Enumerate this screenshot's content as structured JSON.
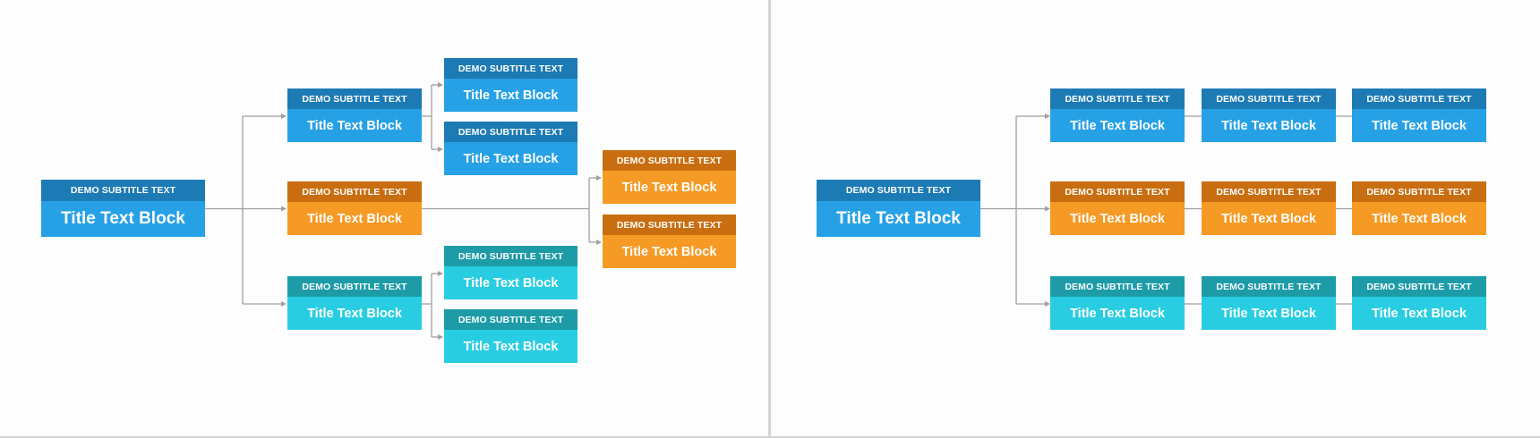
{
  "colors": {
    "blue_header": "#1c7ab5",
    "blue_body": "#27a1e5",
    "orange_header": "#c96e10",
    "orange_body": "#f59a24",
    "teal_header": "#1d9ca8",
    "teal_body": "#29cde2",
    "connector": "#a0a0a0"
  },
  "left_diagram": {
    "root": {
      "subtitle": "DEMO SUBTITLE TEXT",
      "title": "Title Text Block"
    },
    "level1": [
      {
        "subtitle": "DEMO SUBTITLE TEXT",
        "title": "Title Text Block"
      },
      {
        "subtitle": "DEMO SUBTITLE TEXT",
        "title": "Title Text Block"
      },
      {
        "subtitle": "DEMO SUBTITLE TEXT",
        "title": "Title Text Block"
      }
    ],
    "blue_children": [
      {
        "subtitle": "DEMO SUBTITLE TEXT",
        "title": "Title Text Block"
      },
      {
        "subtitle": "DEMO SUBTITLE TEXT",
        "title": "Title Text Block"
      }
    ],
    "orange_children": [
      {
        "subtitle": "DEMO SUBTITLE TEXT",
        "title": "Title Text Block"
      },
      {
        "subtitle": "DEMO SUBTITLE TEXT",
        "title": "Title Text Block"
      }
    ],
    "teal_children": [
      {
        "subtitle": "DEMO SUBTITLE TEXT",
        "title": "Title Text Block"
      },
      {
        "subtitle": "DEMO SUBTITLE TEXT",
        "title": "Title Text Block"
      }
    ]
  },
  "right_diagram": {
    "root": {
      "subtitle": "DEMO SUBTITLE TEXT",
      "title": "Title Text Block"
    },
    "rows": [
      [
        {
          "subtitle": "DEMO SUBTITLE TEXT",
          "title": "Title Text Block"
        },
        {
          "subtitle": "DEMO SUBTITLE TEXT",
          "title": "Title Text Block"
        },
        {
          "subtitle": "DEMO SUBTITLE TEXT",
          "title": "Title Text Block"
        }
      ],
      [
        {
          "subtitle": "DEMO SUBTITLE TEXT",
          "title": "Title Text Block"
        },
        {
          "subtitle": "DEMO SUBTITLE TEXT",
          "title": "Title Text Block"
        },
        {
          "subtitle": "DEMO SUBTITLE TEXT",
          "title": "Title Text Block"
        }
      ],
      [
        {
          "subtitle": "DEMO SUBTITLE TEXT",
          "title": "Title Text Block"
        },
        {
          "subtitle": "DEMO SUBTITLE TEXT",
          "title": "Title Text Block"
        },
        {
          "subtitle": "DEMO SUBTITLE TEXT",
          "title": "Title Text Block"
        }
      ]
    ]
  }
}
